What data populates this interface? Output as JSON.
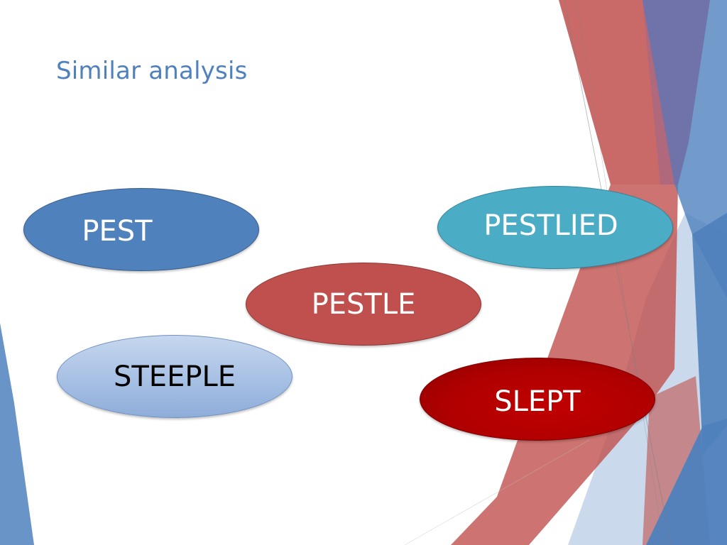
{
  "slide": {
    "title": "Similar analysis"
  },
  "bubbles": {
    "pest": "PEST",
    "pestlied": "PESTLIED",
    "pestle": "PESTLE",
    "steeple": "STEEPLE",
    "slept": "SLEPT"
  },
  "colors": {
    "title": "#4f81bd",
    "pest": "#4f81bd",
    "pestlied": "#4bacc6",
    "pestle": "#c0504d",
    "steeple": "#a7c0e4",
    "slept": "#c00000",
    "decor_red": "#c0504d",
    "decor_blue": "#4f81bd"
  }
}
